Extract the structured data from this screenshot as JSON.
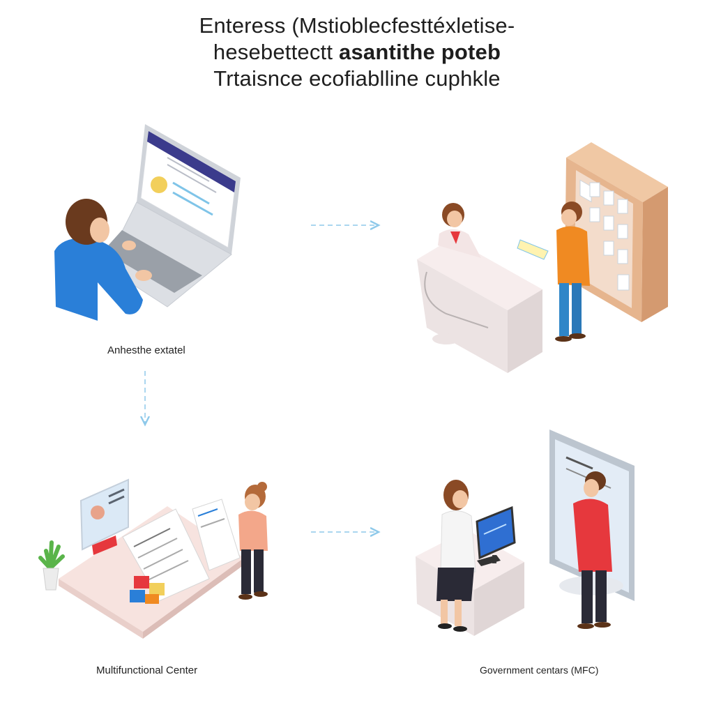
{
  "title": {
    "line1": "Enteress (Mstioblecfesttéxletise-",
    "line2_regular": "hesebettectt ",
    "line2_bold": "asantithe poteb",
    "line3": "Trtaisnce ecofiablline cuphkle"
  },
  "captions": {
    "online": "Anhesthe extatel",
    "mfc": "Multifunctional Center",
    "government": "Government centars (MFC)"
  },
  "colors": {
    "arrow": "#8ec9ea",
    "person_blue": "#2a7fd8",
    "person_orange": "#f08a22",
    "person_red": "#e6383d",
    "cabinet": "#e6b58e",
    "desk": "#f5e3e0"
  },
  "icons": [
    "laptop-icon",
    "person-icon",
    "reception-desk-icon",
    "document-cabinet-icon",
    "office-desk-icon",
    "potted-plant-icon",
    "computer-monitor-icon",
    "info-kiosk-icon"
  ]
}
